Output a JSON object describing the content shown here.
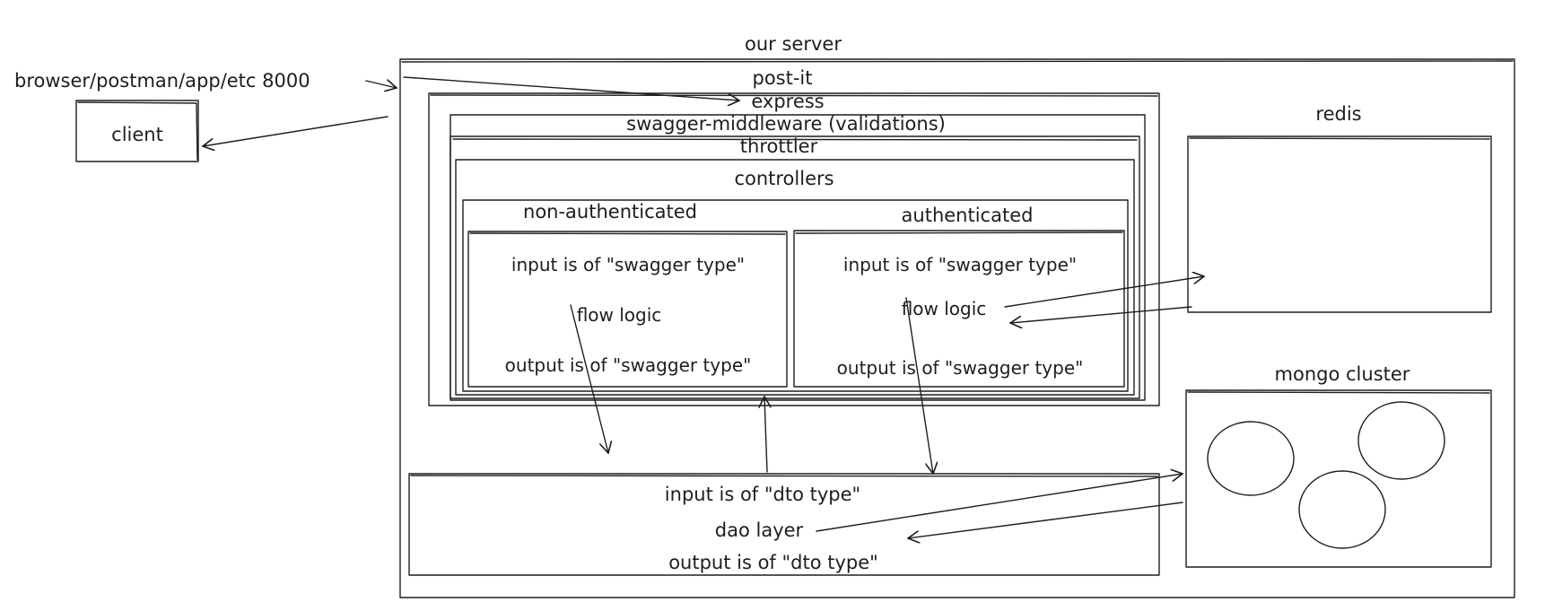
{
  "labels": {
    "source": "browser/postman/app/etc 8000",
    "client": "client",
    "server": "our server",
    "postit": "post-it",
    "express": "express",
    "swagger": "swagger-middleware (validations)",
    "throttler": "throttler",
    "controllers": "controllers",
    "nonauth": "non-authenticated",
    "auth": "authenticated",
    "input_swagger": "input is of \"swagger type\"",
    "flow": "flow logic",
    "output_swagger": "output is of \"swagger type\"",
    "dao_input": "input is of \"dto type\"",
    "dao": "dao layer",
    "dao_output": "output is of \"dto type\"",
    "redis": "redis",
    "mongo": "mongo cluster"
  },
  "colors": {
    "ink": "#1e1e1e",
    "background": "#ffffff"
  }
}
